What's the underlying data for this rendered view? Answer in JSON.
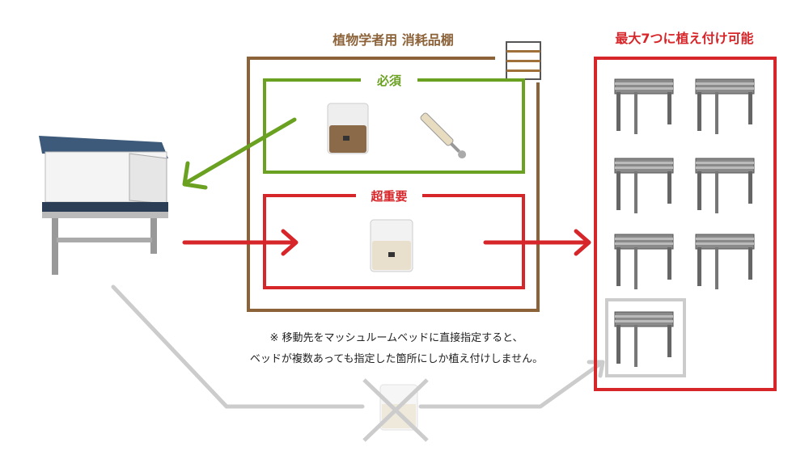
{
  "shelf_title": "植物学者用 消耗品棚",
  "required_label": "必須",
  "critical_label": "超重要",
  "max_label": "最大7つに植え付け可能",
  "note_line1": "※ 移動先をマッシュルームベッドに直接指定すると、",
  "note_line2": "ベッドが複数あっても指定した箇所にしか植え付けしません。",
  "colors": {
    "brown": "#8c6239",
    "green": "#6aa121",
    "red": "#d7262a",
    "gray": "#cccccc"
  }
}
